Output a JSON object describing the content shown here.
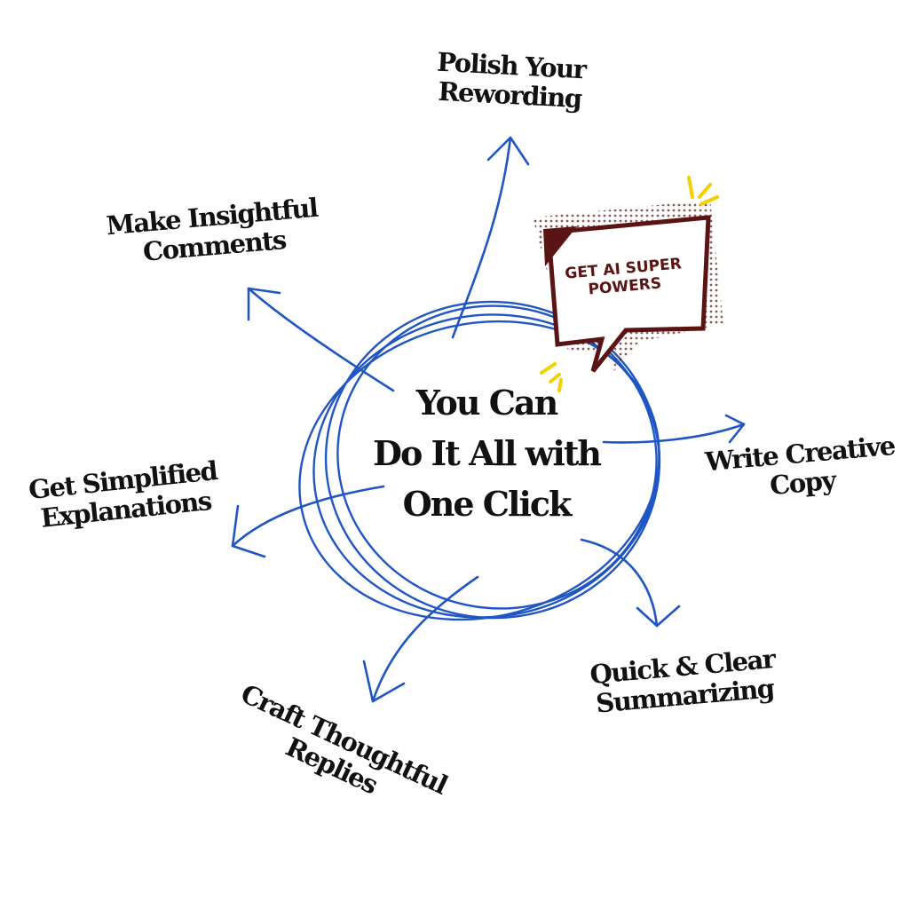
{
  "center": {
    "lines": [
      "You Can",
      "Do It All with",
      "One Click"
    ]
  },
  "badge": {
    "lines": [
      "GET AI SUPER",
      "POWERS"
    ]
  },
  "features": [
    {
      "lines": [
        "Polish Your",
        "Rewording"
      ]
    },
    {
      "lines": [
        "Make Insightful",
        "Comments"
      ]
    },
    {
      "lines": [
        "Get Simplified",
        "Explanations"
      ]
    },
    {
      "lines": [
        "Craft Thoughtful",
        "Replies"
      ]
    },
    {
      "lines": [
        "Quick & Clear",
        "Summarizing"
      ]
    },
    {
      "lines": [
        "Write Creative",
        "Copy"
      ]
    }
  ],
  "colors": {
    "stroke": "#1f55c4",
    "badge": "#5a1414",
    "spark": "#f5d000"
  }
}
